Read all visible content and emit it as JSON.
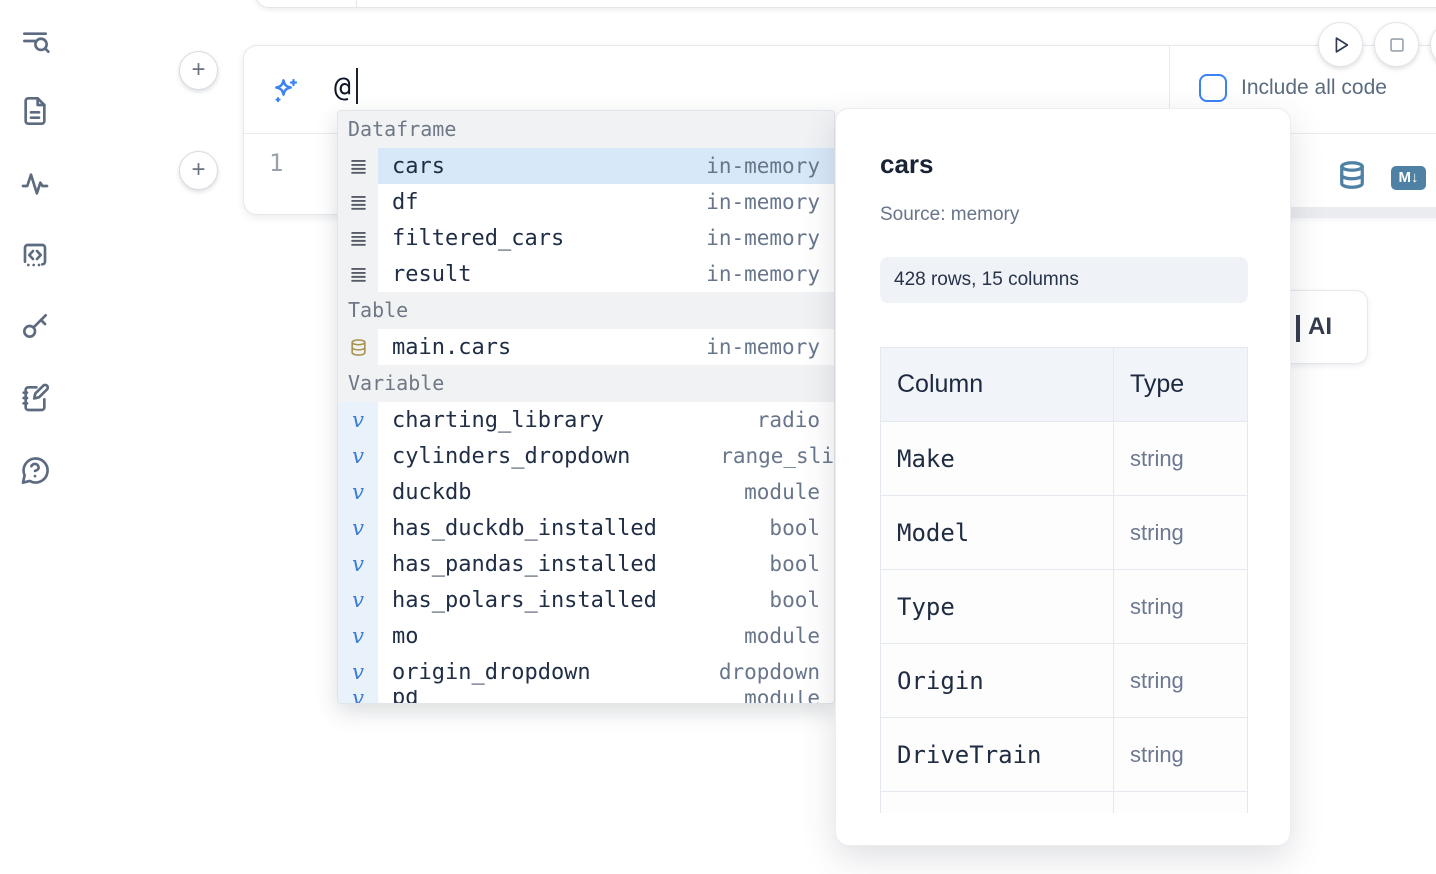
{
  "sidebar": {
    "icons": [
      {
        "name": "toc-search-icon"
      },
      {
        "name": "file-document-icon"
      },
      {
        "name": "activity-icon"
      },
      {
        "name": "code-snippets-icon"
      },
      {
        "name": "key-icon"
      },
      {
        "name": "scratchpad-notebook-icon"
      },
      {
        "name": "help-chat-icon"
      }
    ]
  },
  "toolbar": {
    "plus_button_label": "+",
    "run_button": "play-icon",
    "stop_button": "stop-icon"
  },
  "cell": {
    "ai_input": {
      "value": "@",
      "placeholder": ""
    },
    "include_all_code_label": "Include all code",
    "line_number": "1",
    "actions": {
      "database_icon": "database-icon",
      "markdown_badge": "M↓"
    }
  },
  "autocomplete": {
    "sections": [
      {
        "label": "Dataframe",
        "items": [
          {
            "icon": "rows-icon",
            "name": "cars",
            "type": "in-memory",
            "selected": true
          },
          {
            "icon": "rows-icon",
            "name": "df",
            "type": "in-memory"
          },
          {
            "icon": "rows-icon",
            "name": "filtered_cars",
            "type": "in-memory"
          },
          {
            "icon": "rows-icon",
            "name": "result",
            "type": "in-memory"
          }
        ]
      },
      {
        "label": "Table",
        "items": [
          {
            "icon": "database-icon",
            "name": "main.cars",
            "type": "in-memory"
          }
        ]
      },
      {
        "label": "Variable",
        "items": [
          {
            "icon": "variable-icon",
            "name": "charting_library",
            "type": "radio"
          },
          {
            "icon": "variable-icon",
            "name": "cylinders_dropdown",
            "type": "range_sli",
            "clip_right": true
          },
          {
            "icon": "variable-icon",
            "name": "duckdb",
            "type": "module"
          },
          {
            "icon": "variable-icon",
            "name": "has_duckdb_installed",
            "type": "bool"
          },
          {
            "icon": "variable-icon",
            "name": "has_pandas_installed",
            "type": "bool"
          },
          {
            "icon": "variable-icon",
            "name": "has_polars_installed",
            "type": "bool"
          },
          {
            "icon": "variable-icon",
            "name": "mo",
            "type": "module"
          },
          {
            "icon": "variable-icon",
            "name": "origin_dropdown",
            "type": "dropdown"
          },
          {
            "icon": "variable-icon",
            "name": "pd",
            "type": "module",
            "clipped": true
          }
        ]
      }
    ]
  },
  "preview": {
    "title": "cars",
    "source": "Source: memory",
    "shape": "428 rows, 15 columns",
    "table": {
      "headers": [
        "Column",
        "Type"
      ],
      "rows": [
        [
          "Make",
          "string"
        ],
        [
          "Model",
          "string"
        ],
        [
          "Type",
          "string"
        ],
        [
          "Origin",
          "string"
        ],
        [
          "DriveTrain",
          "string"
        ]
      ]
    }
  },
  "ai_card": {
    "label": "AI"
  },
  "colors": {
    "accent_blue": "#3b82f6",
    "steel_blue": "#4e81a3",
    "selected_row": "#d7e8f9",
    "variable_blue": "#3b7cd6",
    "table_icon_tan": "#a8914c"
  }
}
